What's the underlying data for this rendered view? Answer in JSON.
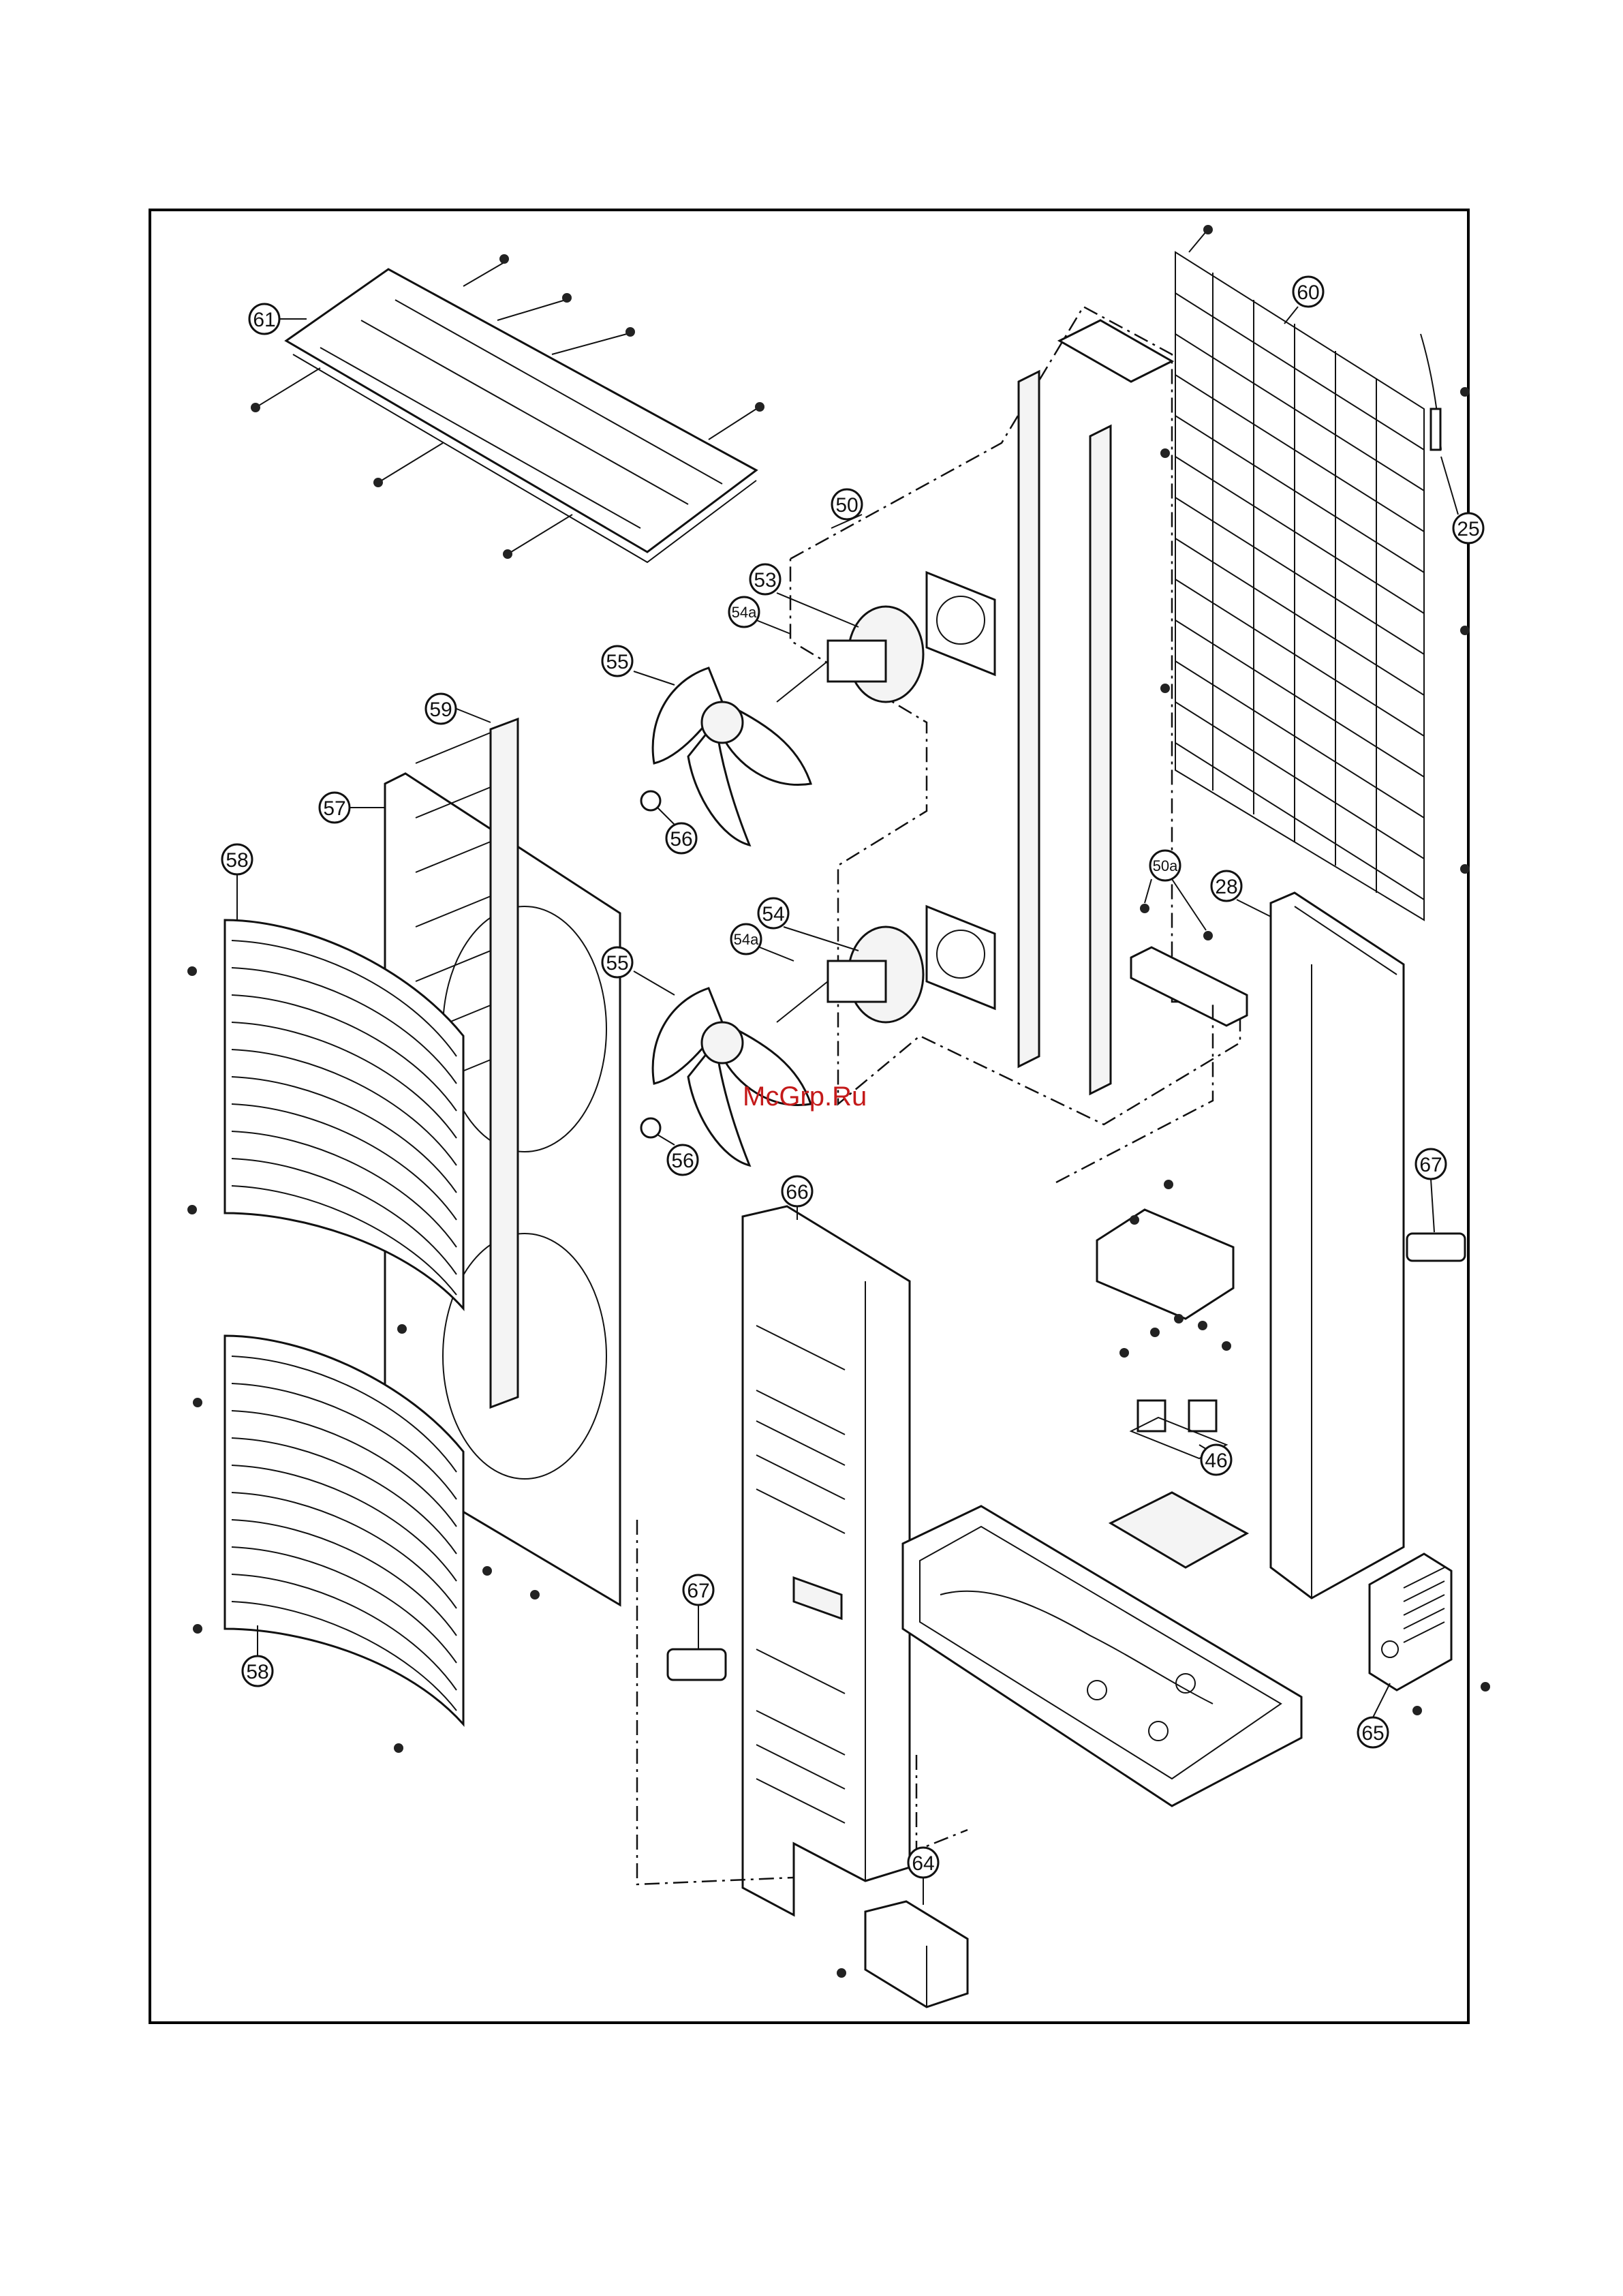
{
  "watermark": "McGrp.Ru",
  "callouts": {
    "c61": "61",
    "c60": "60",
    "c25": "25",
    "c50": "50",
    "c53": "53",
    "c54a_top": "54a",
    "c55_top": "55",
    "c56_top": "56",
    "c59": "59",
    "c57": "57",
    "c58_top": "58",
    "c54": "54",
    "c54a_bottom": "54a",
    "c55_bottom": "55",
    "c56_bottom": "56",
    "c50a": "50a",
    "c28": "28",
    "c67_right": "67",
    "c66": "66",
    "c46": "46",
    "c67_left": "67",
    "c58_bottom": "58",
    "c65": "65",
    "c64": "64"
  }
}
